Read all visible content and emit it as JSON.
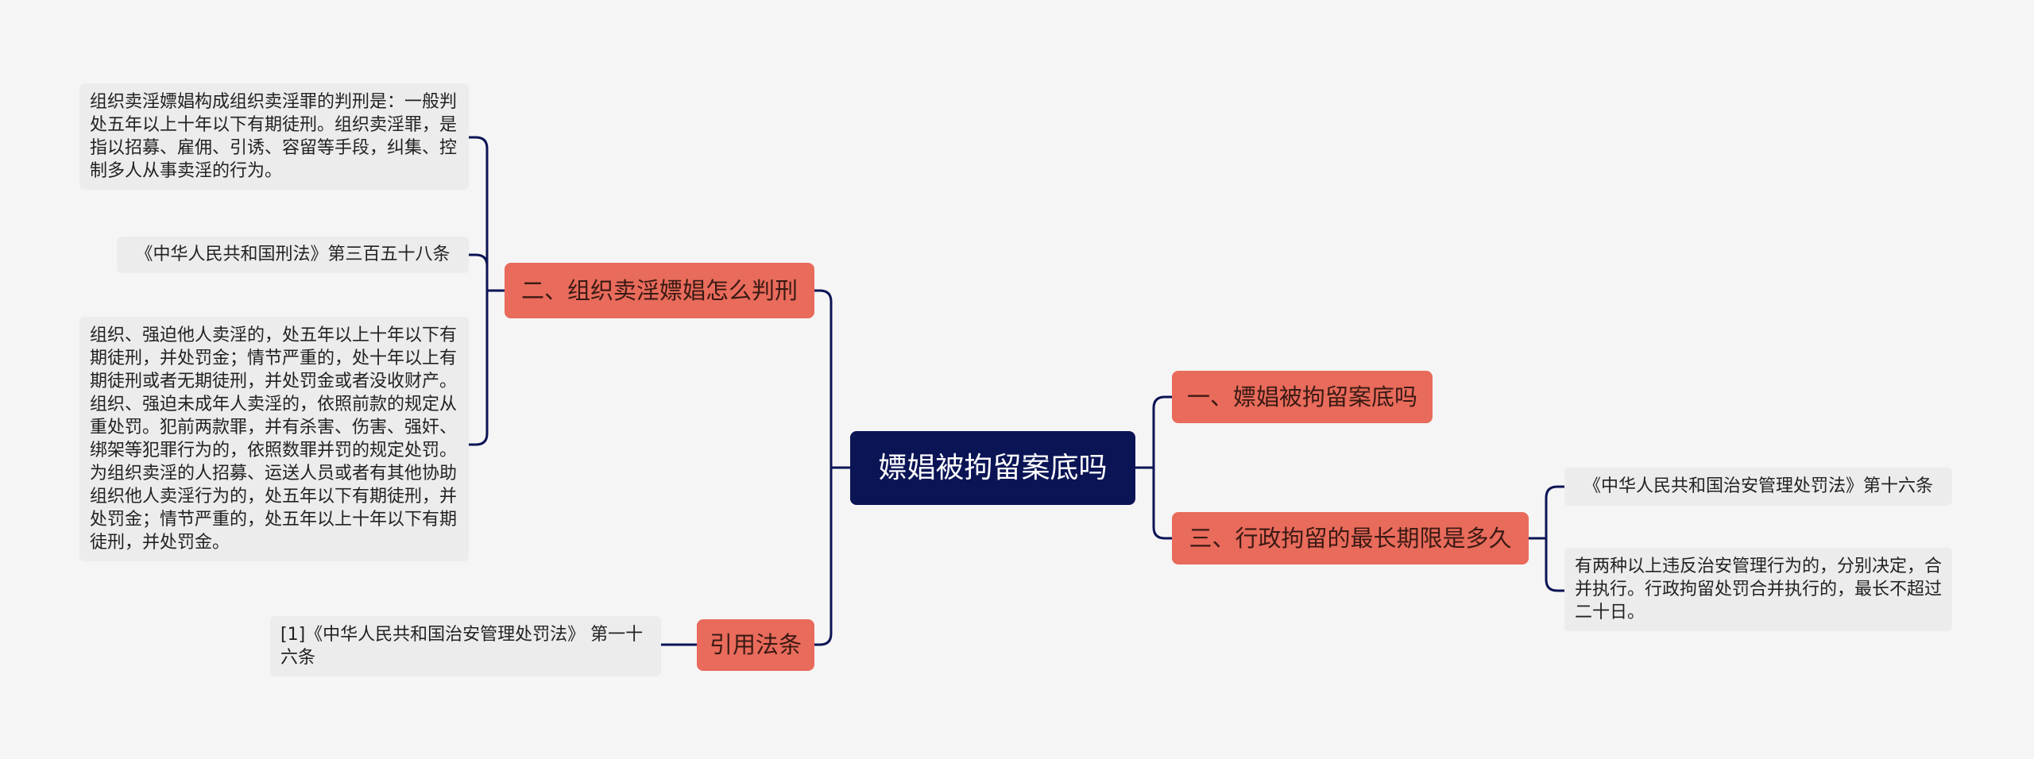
{
  "root": {
    "label": "嫖娼被拘留案底吗"
  },
  "branches": {
    "b1": {
      "label": "一、嫖娼被拘留案底吗"
    },
    "b2": {
      "label": "二、组织卖淫嫖娼怎么判刑"
    },
    "b3": {
      "label": "三、行政拘留的最长期限是多久"
    },
    "b4": {
      "label": "引用法条"
    }
  },
  "leaves": {
    "l1": {
      "text": "组织卖淫嫖娼构成组织卖淫罪的判刑是：一般判处五年以上十年以下有期徒刑。组织卖淫罪，是指以招募、雇佣、引诱、容留等手段，纠集、控制多人从事卖淫的行为。"
    },
    "l2": {
      "text": "《中华人民共和国刑法》第三百五十八条"
    },
    "l3": {
      "text": "组织、强迫他人卖淫的，处五年以上十年以下有期徒刑，并处罚金；情节严重的，处十年以上有期徒刑或者无期徒刑，并处罚金或者没收财产。组织、强迫未成年人卖淫的，依照前款的规定从重处罚。犯前两款罪，并有杀害、伤害、强奸、绑架等犯罪行为的，依照数罪并罚的规定处罚。为组织卖淫的人招募、运送人员或者有其他协助组织他人卖淫行为的，处五年以下有期徒刑，并处罚金；情节严重的，处五年以上十年以下有期徒刑，并处罚金。"
    },
    "l4": {
      "text": "[1]《中华人民共和国治安管理处罚法》 第一十六条"
    },
    "l5": {
      "text": "《中华人民共和国治安管理处罚法》第十六条"
    },
    "l6": {
      "text": "有两种以上违反治安管理行为的，分别决定，合并执行。行政拘留处罚合并执行的，最长不超过二十日。"
    }
  },
  "colors": {
    "background": "#f5f5f5",
    "root_fill": "#0b1455",
    "branch_fill": "#e96b5b",
    "leaf_fill": "#ececec",
    "connector": "#0b1455"
  }
}
